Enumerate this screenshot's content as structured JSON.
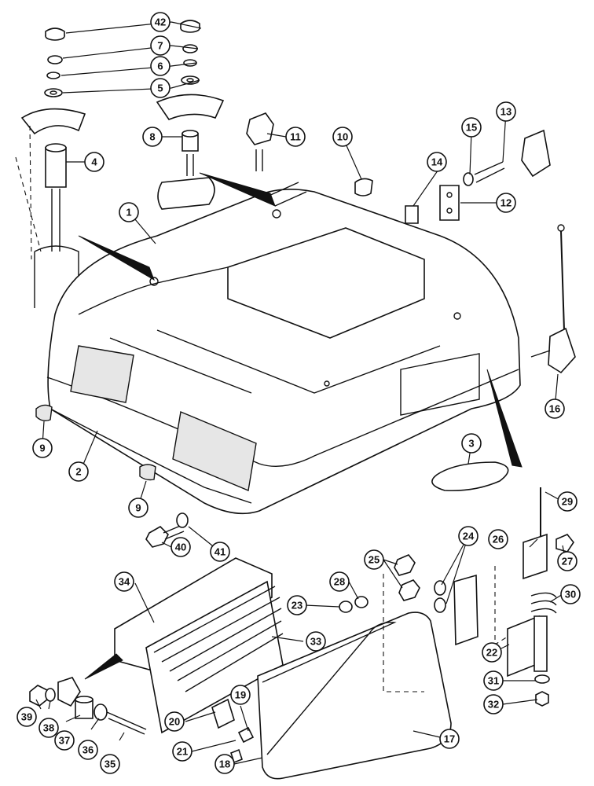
{
  "callouts": [
    "1",
    "2",
    "3",
    "4",
    "5",
    "6",
    "7",
    "8",
    "9",
    "9",
    "10",
    "11",
    "12",
    "13",
    "14",
    "15",
    "16",
    "17",
    "18",
    "19",
    "20",
    "21",
    "22",
    "23",
    "24",
    "25",
    "26",
    "27",
    "28",
    "29",
    "30",
    "31",
    "32",
    "33",
    "34",
    "35",
    "36",
    "37",
    "38",
    "39",
    "40",
    "41",
    "42"
  ]
}
